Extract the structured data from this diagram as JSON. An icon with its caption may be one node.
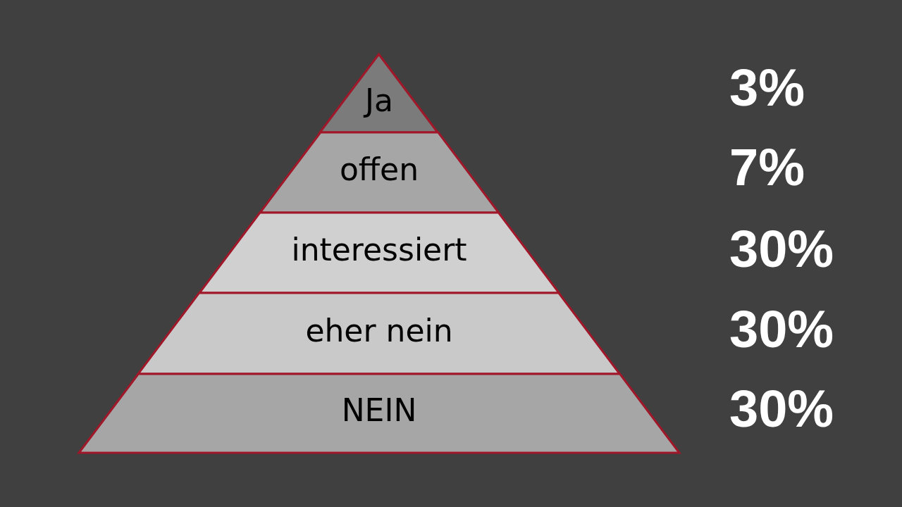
{
  "diagram": {
    "nodes": [
      {
        "text": [
          "Ja"
        ]
      },
      {
        "text": [
          "offen"
        ]
      },
      {
        "text": [
          "interessiert"
        ]
      },
      {
        "text": [
          "eher nein"
        ]
      },
      {
        "text": [
          "NEIN"
        ]
      }
    ],
    "labels": [
      "3%",
      "7%",
      "30%",
      "30%",
      "30%"
    ]
  }
}
